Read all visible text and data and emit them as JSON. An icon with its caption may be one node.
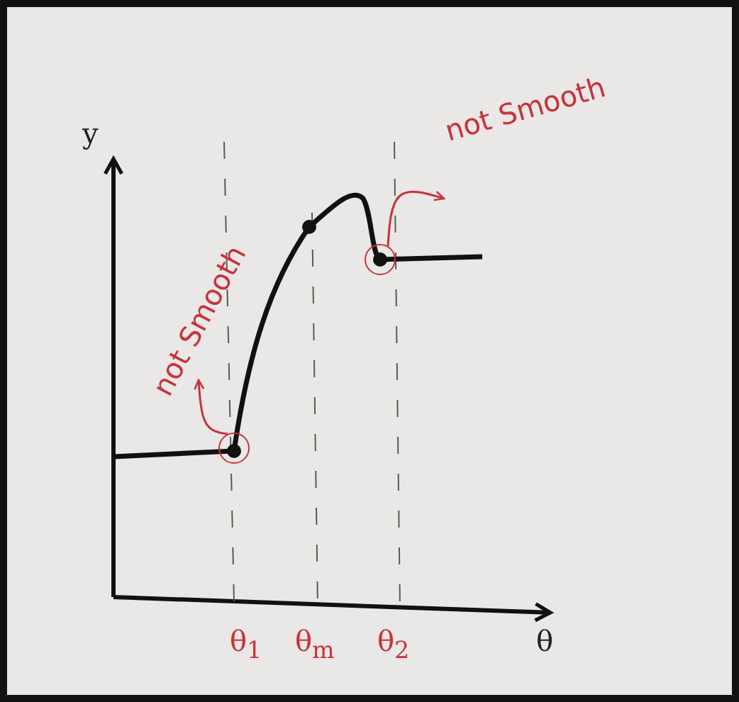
{
  "diagram": {
    "nodes": [
      {
        "text": [
          "not Smooth"
        ]
      },
      {
        "text": [],
        "shape": "circle"
      },
      {
        "text": [
          "not Smooth"
        ]
      },
      {
        "text": [],
        "shape": "circle"
      }
    ],
    "edges": [
      {
        "from": 1,
        "to": 0,
        "arrow": "to",
        "color": "#c8323c"
      },
      {
        "from": 3,
        "to": 2,
        "arrow": "to",
        "color": "#c8323c"
      }
    ],
    "labels": [
      "y",
      "θ",
      "θ$_{1}$",
      "θ$_{m}$",
      "θ$_{2}$"
    ]
  }
}
